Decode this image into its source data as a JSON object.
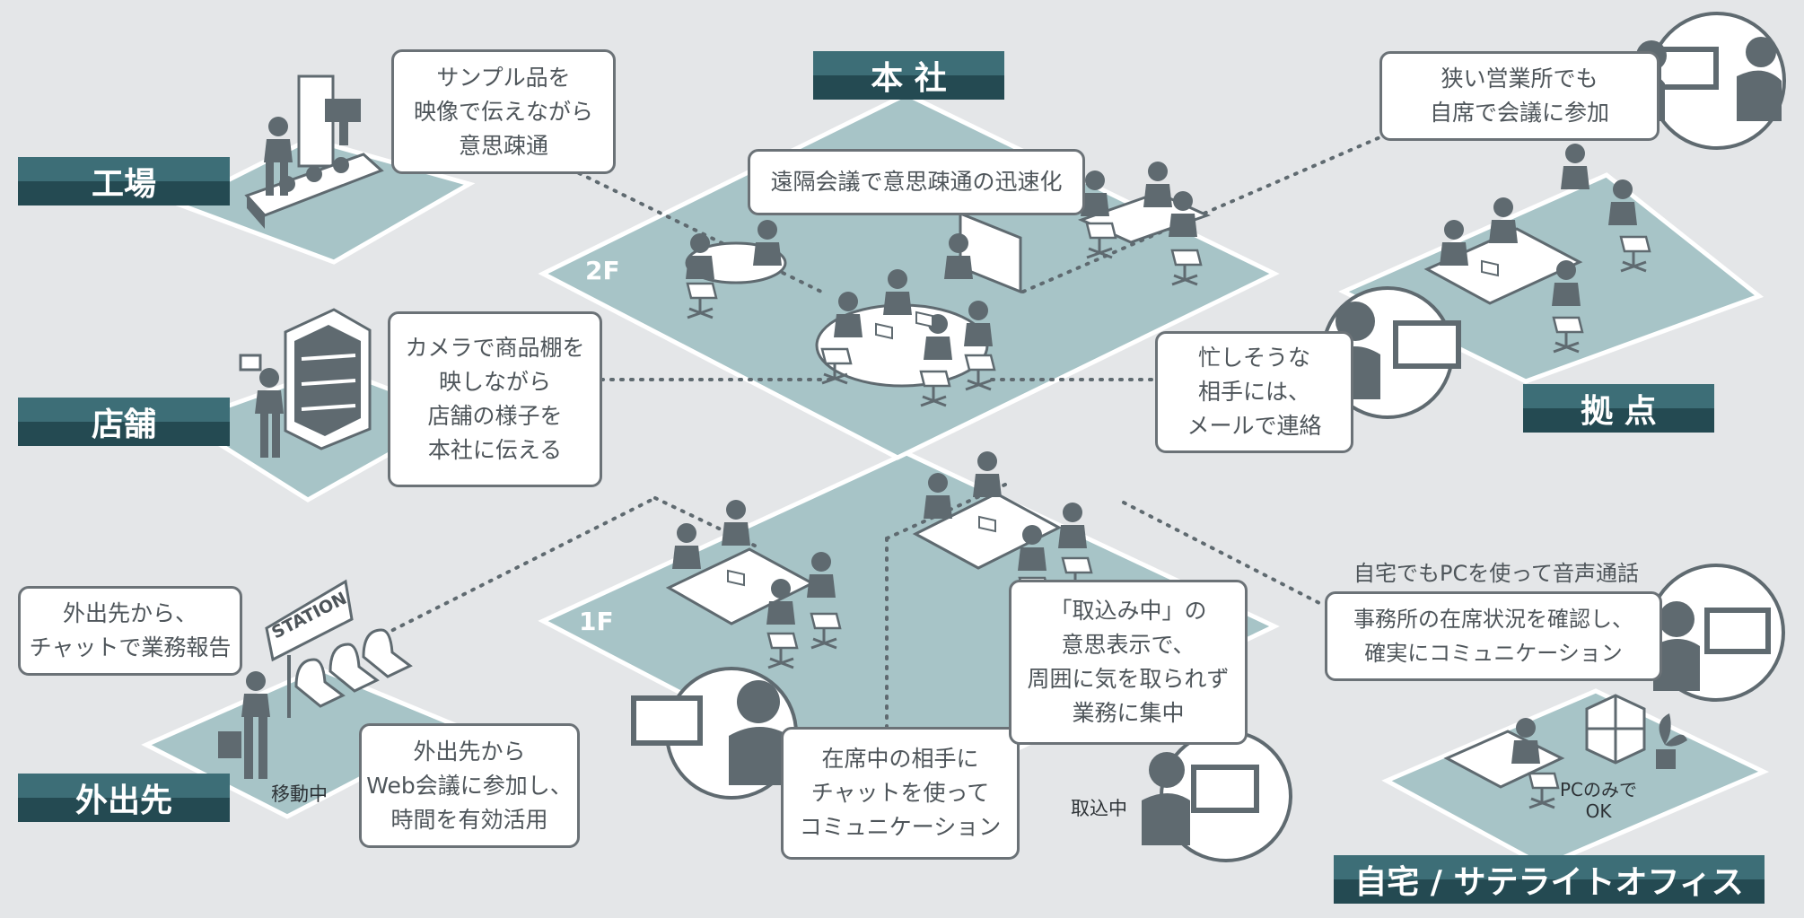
{
  "places": {
    "factory": "工場",
    "store": "店舗",
    "outside": "外出先",
    "hq": "本 社",
    "base": "拠 点",
    "home": "自宅 / サテライトオフィス"
  },
  "floors": {
    "f2": "2F",
    "f1": "1F"
  },
  "callouts": {
    "factory": [
      "サンプル品を",
      "映像で伝えながら",
      "意思疎通"
    ],
    "hq": [
      "遠隔会議で意思疎通の迅速化"
    ],
    "small_office": [
      "狭い営業所でも",
      "自席で会議に参加"
    ],
    "store": [
      "カメラで商品棚を",
      "映しながら",
      "店舗の様子を",
      "本社に伝える"
    ],
    "busy": [
      "忙しそうな",
      "相手には、",
      "メールで連絡"
    ],
    "chat_report": [
      "外出先から、",
      "チャットで業務報告"
    ],
    "web_meeting": [
      "外出先から",
      "Web会議に参加し、",
      "時間を有効活用"
    ],
    "chat_seat": [
      "在席中の相手に",
      "チャットを使って",
      "コミュニケーション"
    ],
    "busy_status": [
      "「取込み中」の",
      "意思表示で、",
      "周囲に気を取られず",
      "業務に集中"
    ],
    "home_check": [
      "事務所の在席状況を確認し、",
      "確実にコミュニケーション"
    ]
  },
  "labels": {
    "home_voice": "自宅でもPCを使って音声通話",
    "moving": "移動中",
    "busy_tag": "取込中",
    "station": "STATION",
    "pc_only_1": "PCのみで",
    "pc_only_2": "OK"
  },
  "colors": {
    "background": "#e4e6e8",
    "floor_fill": "#a7c4c7",
    "floor_edge": "#ffffff",
    "figure": "#5f6a70",
    "label_dark": "#244a52",
    "label_light": "#3d6e77"
  }
}
